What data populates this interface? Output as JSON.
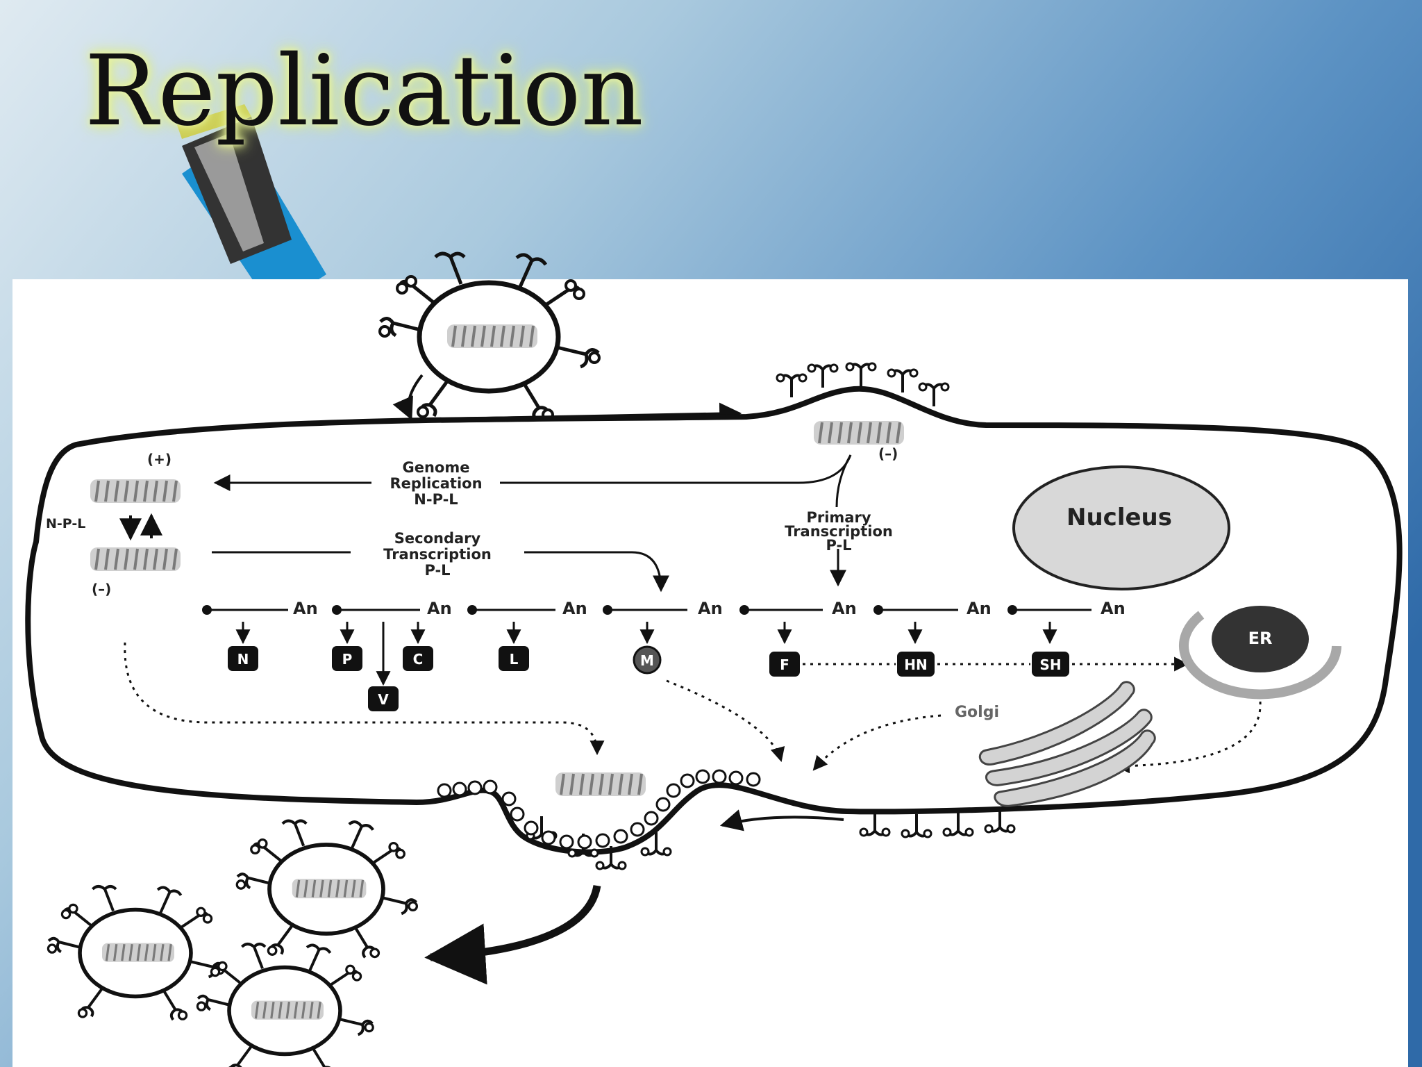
{
  "slide": {
    "title": "Replication"
  },
  "diagram": {
    "nucleus": "Nucleus",
    "er": "ER",
    "golgi": "Golgi",
    "plus_strand": "(+)",
    "minus_strand_left": "(–)",
    "minus_strand_entry": "(–)",
    "npl_side": "N-P-L",
    "genome_replication": [
      "Genome",
      "Replication",
      "N-P-L"
    ],
    "secondary_transcription": [
      "Secondary",
      "Transcription",
      "P-L"
    ],
    "primary_transcription": [
      "Primary",
      "Transcription",
      "P-L"
    ],
    "polya_label": "An",
    "proteins": [
      "N",
      "P",
      "V",
      "C",
      "L",
      "M",
      "F",
      "HN",
      "SH"
    ]
  },
  "colors": {
    "accent_glow": "#e4f08a",
    "bg_blue": "#5d93c4",
    "membrane": "#111111"
  }
}
